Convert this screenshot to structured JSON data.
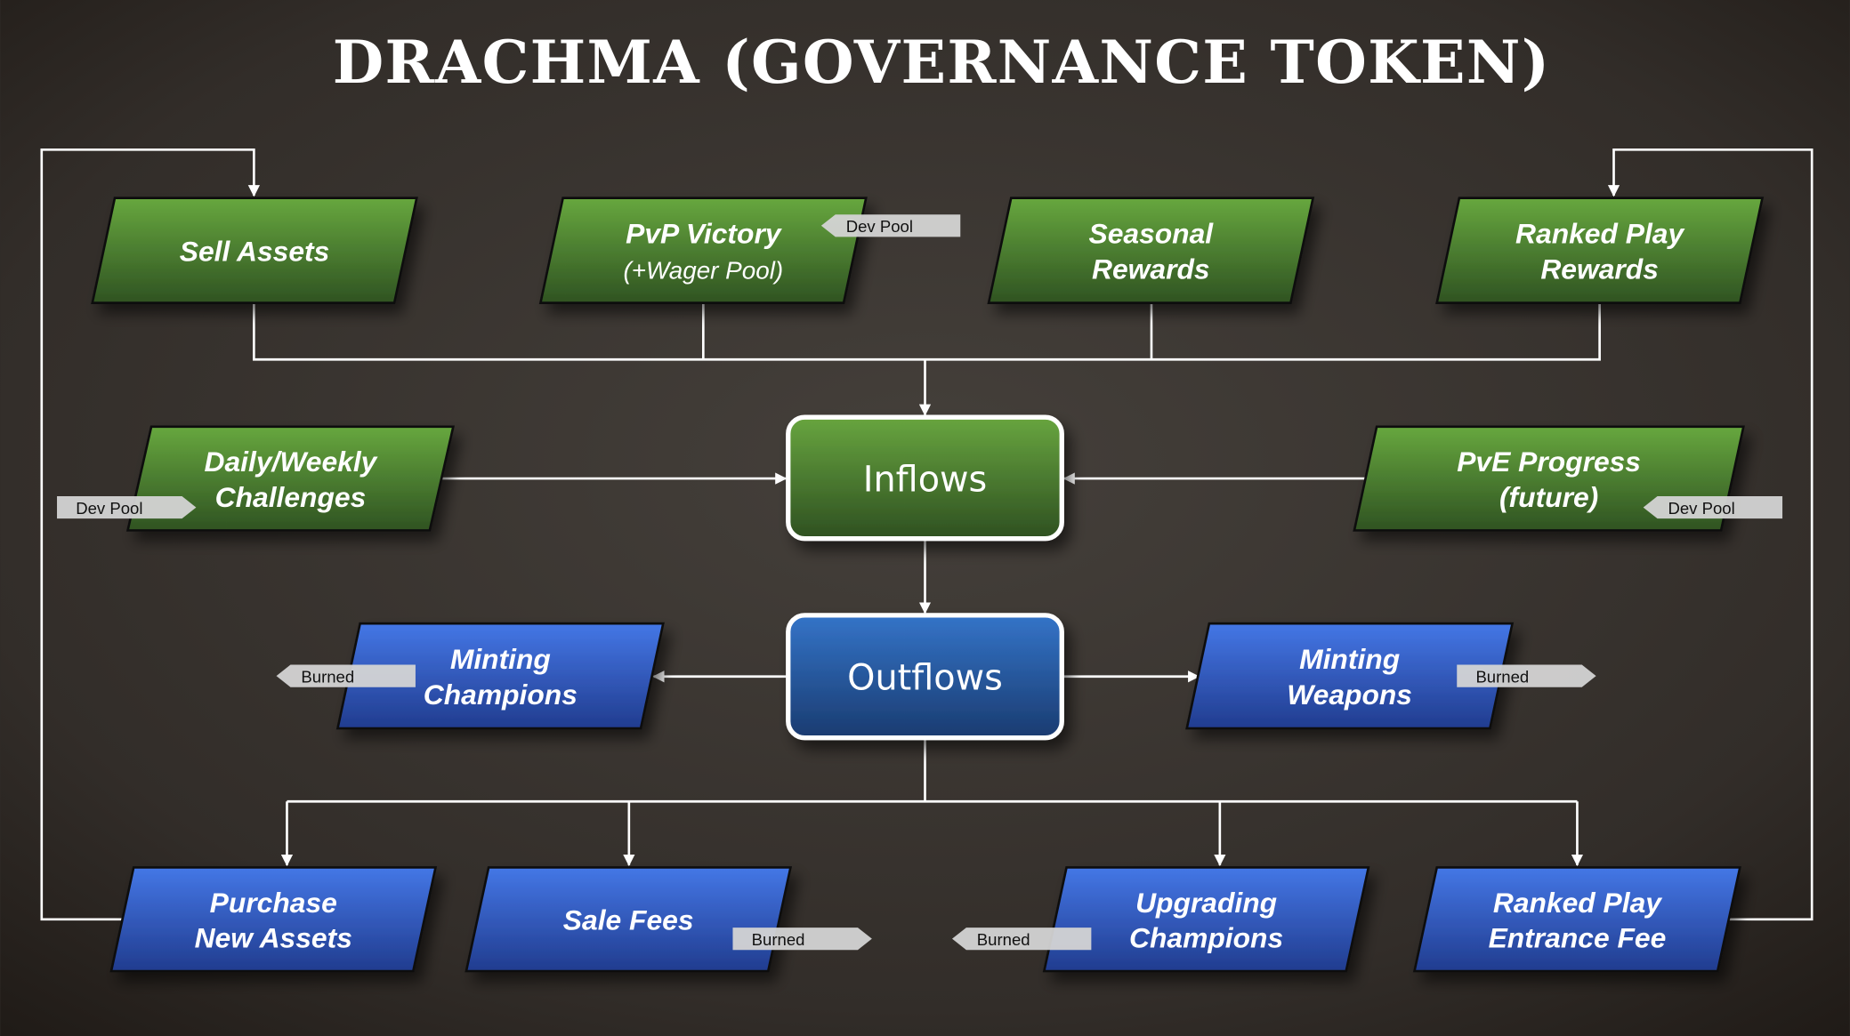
{
  "title": "DRACHMA (GOVERNANCE TOKEN)",
  "colors": {
    "inflow": "#4f8a30",
    "outflow": "#3563c9",
    "tag": "#d4d4d4"
  },
  "hubs": {
    "inflows": "Inflows",
    "outflows": "Outflows"
  },
  "nodes": [
    {
      "id": "sell-assets",
      "kind": "in",
      "lines": [
        "Sell Assets"
      ]
    },
    {
      "id": "pvp-victory",
      "kind": "in",
      "lines": [
        "PvP Victory"
      ],
      "sub": "(+Wager Pool)"
    },
    {
      "id": "seasonal-rewards",
      "kind": "in",
      "lines": [
        "Seasonal",
        "Rewards"
      ]
    },
    {
      "id": "ranked-play-rewards",
      "kind": "in",
      "lines": [
        "Ranked Play",
        "Rewards"
      ]
    },
    {
      "id": "daily-weekly-challenges",
      "kind": "in",
      "lines": [
        "Daily/Weekly",
        "Challenges"
      ]
    },
    {
      "id": "pve-progress",
      "kind": "in",
      "lines": [
        "PvE Progress",
        "(future)"
      ]
    },
    {
      "id": "minting-champions",
      "kind": "out",
      "lines": [
        "Minting",
        "Champions"
      ]
    },
    {
      "id": "minting-weapons",
      "kind": "out",
      "lines": [
        "Minting",
        "Weapons"
      ]
    },
    {
      "id": "purchase-new-assets",
      "kind": "out",
      "lines": [
        "Purchase",
        "New Assets"
      ]
    },
    {
      "id": "sale-fees",
      "kind": "out",
      "lines": [
        "Sale Fees"
      ]
    },
    {
      "id": "upgrading-champions",
      "kind": "out",
      "lines": [
        "Upgrading",
        "Champions"
      ]
    },
    {
      "id": "ranked-play-entrance-fee",
      "kind": "out",
      "lines": [
        "Ranked Play",
        "Entrance Fee"
      ]
    }
  ],
  "tags": [
    {
      "label": "Dev Pool",
      "node": "pvp-victory"
    },
    {
      "label": "Dev Pool",
      "node": "daily-weekly-challenges"
    },
    {
      "label": "Dev Pool",
      "node": "pve-progress"
    },
    {
      "label": "Burned",
      "node": "minting-champions"
    },
    {
      "label": "Burned",
      "node": "minting-weapons"
    },
    {
      "label": "Burned",
      "node": "sale-fees"
    },
    {
      "label": "Burned",
      "node": "upgrading-champions"
    }
  ]
}
